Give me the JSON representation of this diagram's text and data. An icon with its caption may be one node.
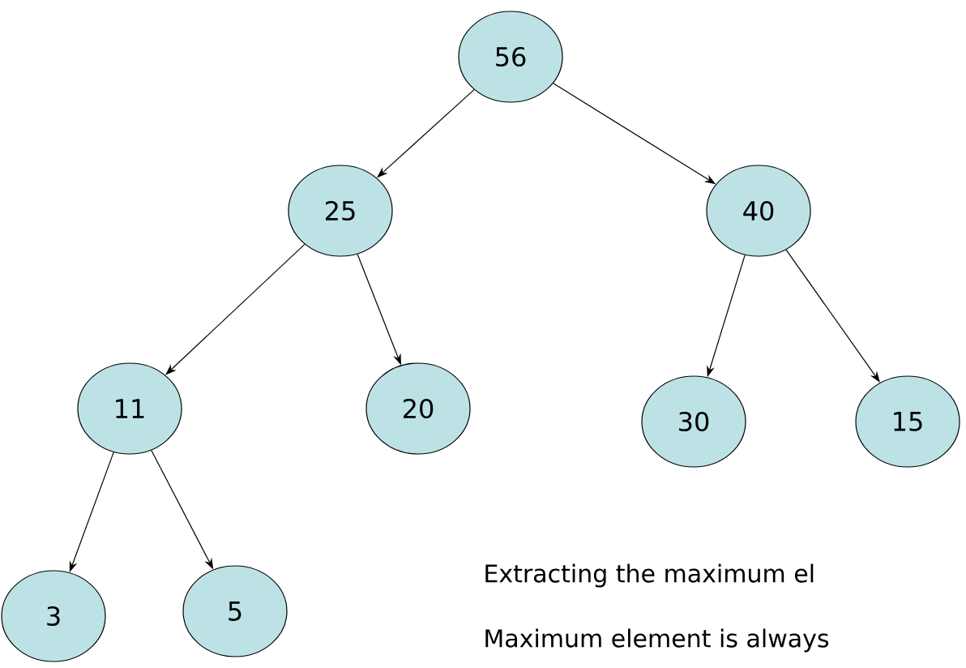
{
  "diagram": {
    "nodes": [
      {
        "text": [
          "56"
        ]
      },
      {
        "text": [
          "25"
        ]
      },
      {
        "text": [
          "40"
        ]
      },
      {
        "text": [
          "11"
        ]
      },
      {
        "text": [
          "20"
        ]
      },
      {
        "text": [
          "30"
        ]
      },
      {
        "text": [
          "15"
        ]
      },
      {
        "text": [
          "3"
        ]
      },
      {
        "text": [
          "5"
        ]
      }
    ],
    "edges": [
      {
        "from": 0,
        "to": 1,
        "arrow": "to"
      },
      {
        "from": 0,
        "to": 2,
        "arrow": "to"
      },
      {
        "from": 1,
        "to": 3,
        "arrow": "to"
      },
      {
        "from": 1,
        "to": 4,
        "arrow": "to"
      },
      {
        "from": 2,
        "to": 5,
        "arrow": "to"
      },
      {
        "from": 2,
        "to": 6,
        "arrow": "to"
      },
      {
        "from": 3,
        "to": 7,
        "arrow": "to"
      },
      {
        "from": 3,
        "to": 8,
        "arrow": "to"
      }
    ],
    "labels": [
      "Extracting the maximum el",
      "Maximum element is always"
    ]
  }
}
